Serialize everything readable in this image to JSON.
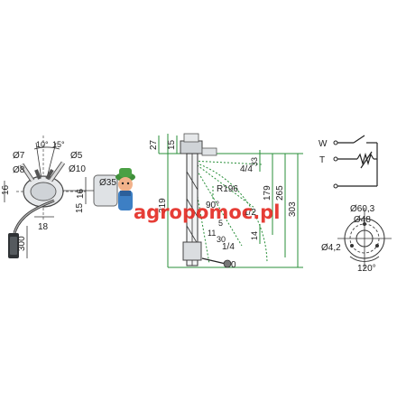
{
  "left_view": {
    "angle_10": "10°",
    "angle_15": "15°",
    "d7": "Ø7",
    "d5": "Ø5",
    "d8": "Ø8",
    "d10": "Ø10",
    "d35": "Ø35",
    "dim_16_left": "16",
    "dim_16_right": "16",
    "dim_15": "15",
    "dim_18": "18",
    "dim_300": "300"
  },
  "mid_view": {
    "dim_27": "27",
    "dim_15": "15",
    "dim_319": "319",
    "r196": "R196",
    "angle_90": "90°",
    "dim_179": "179",
    "dim_265": "265",
    "dim_303": "303",
    "dim_33": "33",
    "dim_14": "14",
    "scale_4_4": "4/4",
    "scale_1_2": "1/2",
    "scale_1_4": "1/4",
    "scale_0": "0",
    "ohm_5": "5",
    "ohm_11": "11",
    "ohm_30": "30"
  },
  "wiring": {
    "w": "W",
    "t": "T"
  },
  "flange": {
    "d60_3": "Ø60,3",
    "d48": "Ø48",
    "d4_2": "Ø4,2",
    "angle_120": "120°"
  },
  "watermark": {
    "text": "agropomoc.pl"
  }
}
